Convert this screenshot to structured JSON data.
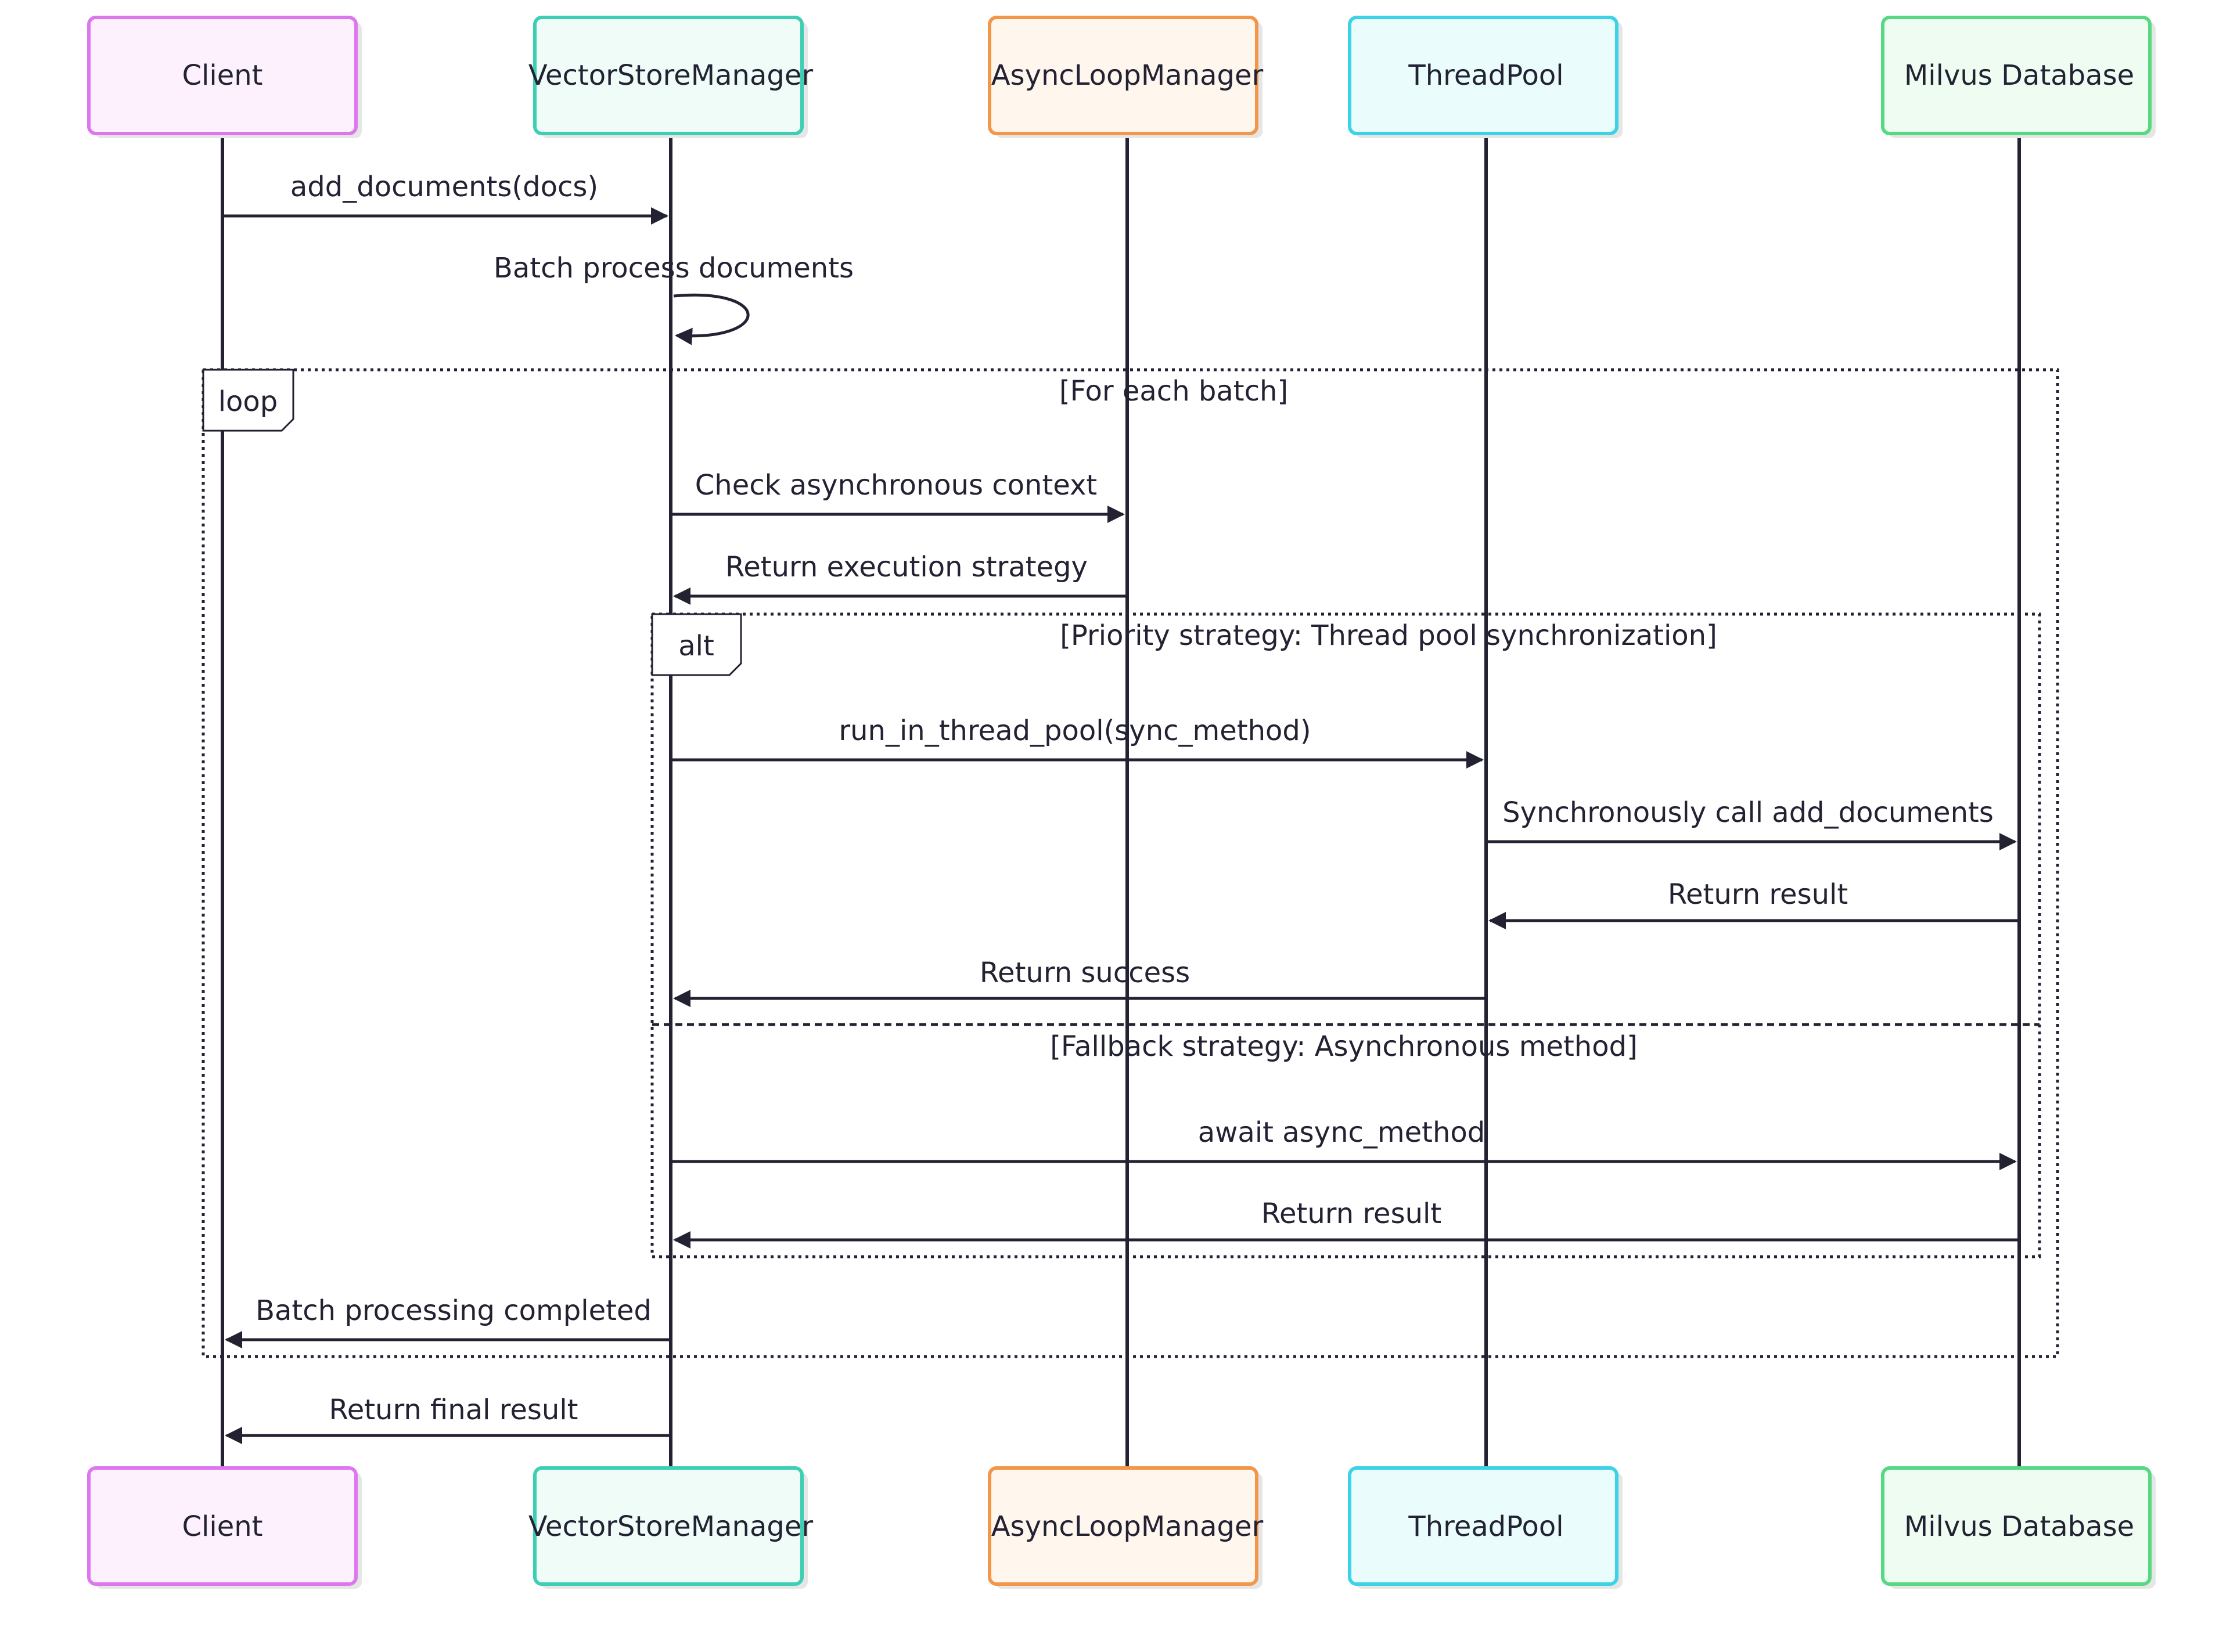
{
  "participants": [
    {
      "id": "client",
      "label": "Client",
      "fill": "#fdf1fd",
      "stroke": "#dd77ee"
    },
    {
      "id": "vsm",
      "label": "VectorStoreManager",
      "fill": "#effcf8",
      "stroke": "#3ccfb3"
    },
    {
      "id": "alm",
      "label": "AsyncLoopManager",
      "fill": "#fff6ee",
      "stroke": "#f2974a"
    },
    {
      "id": "tp",
      "label": "ThreadPool",
      "fill": "#ebfcfc",
      "stroke": "#3cd3e6"
    },
    {
      "id": "db",
      "label": "Milvus Database",
      "fill": "#eefcf1",
      "stroke": "#56d982"
    }
  ],
  "messages": [
    {
      "id": "m1",
      "from": "client",
      "to": "vsm",
      "label": "add_documents(docs)"
    },
    {
      "id": "m2",
      "from": "vsm",
      "to": "vsm",
      "label": "Batch process documents"
    },
    {
      "id": "m3",
      "from": "vsm",
      "to": "alm",
      "label": "Check asynchronous context"
    },
    {
      "id": "m4",
      "from": "alm",
      "to": "vsm",
      "label": "Return execution strategy"
    },
    {
      "id": "m5",
      "from": "vsm",
      "to": "tp",
      "label": "run_in_thread_pool(sync_method)"
    },
    {
      "id": "m6",
      "from": "tp",
      "to": "db",
      "label": "Synchronously call add_documents"
    },
    {
      "id": "m7",
      "from": "db",
      "to": "tp",
      "label": "Return result"
    },
    {
      "id": "m8",
      "from": "tp",
      "to": "vsm",
      "label": "Return success"
    },
    {
      "id": "m9",
      "from": "vsm",
      "to": "db",
      "label": "await async_method"
    },
    {
      "id": "m10",
      "from": "db",
      "to": "vsm",
      "label": "Return result"
    },
    {
      "id": "m11",
      "from": "vsm",
      "to": "client",
      "label": "Batch processing completed"
    },
    {
      "id": "m12",
      "from": "vsm",
      "to": "client",
      "label": "Return final result"
    }
  ],
  "frames": [
    {
      "id": "loop",
      "tag": "loop",
      "condition": "[For each batch]"
    },
    {
      "id": "alt",
      "tag": "alt",
      "condition": "[Priority strategy: Thread pool synchronization]",
      "else_condition": "[Fallback strategy: Asynchronous method]"
    }
  ],
  "colors": {
    "line": "#222233",
    "text": "#222233",
    "shadow": "#e6e6e6"
  }
}
